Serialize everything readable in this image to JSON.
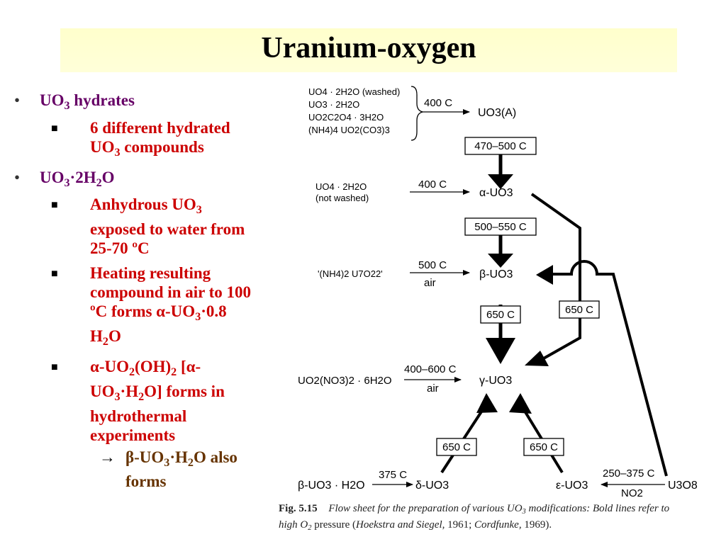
{
  "slide": {
    "title": "Uranium-oxygen"
  },
  "bullets": {
    "b1_text": "UO",
    "b1_sub": "3",
    "b1_tail": " hydrates",
    "b1_sub_a": "6 different hydrated",
    "b1_sub_b": "UO",
    "b1_sub_b_sub": "3",
    "b1_sub_b_tail": " compounds",
    "b2_a": "UO",
    "b2_a_sub": "3",
    "b2_b": "·2H",
    "b2_b_sub": "2",
    "b2_c": "O",
    "s1_a": "Anhydrous UO",
    "s1_a_sub": "3",
    "s1_b": "exposed to water from",
    "s1_c": "25-70 ºC",
    "s2_a": "Heating resulting",
    "s2_b": "compound in air to 100",
    "s2_c1": "ºC forms α-UO",
    "s2_c1_sub": "3",
    "s2_c2": "·0.8",
    "s2_d": "H",
    "s2_d_sub": "2",
    "s2_d_tail": "O",
    "s3_a1": "α-UO",
    "s3_a1_sub": "2",
    "s3_a2": "(OH)",
    "s3_a2_sub": "2",
    "s3_a3": " [α-",
    "s3_b1": "UO",
    "s3_b1_sub": "3",
    "s3_b2": "·H",
    "s3_b2_sub": "2",
    "s3_b3": "O] forms in",
    "s3_c": "hydrothermal",
    "s3_d": "experiments",
    "t1_a": "β-UO",
    "t1_a_sub": "3",
    "t1_b": "·H",
    "t1_b_sub": "2",
    "t1_c": "O also",
    "t1_d": "forms"
  },
  "diagram": {
    "nodes": {
      "uo3a": "UO3(A)",
      "alpha": "α-UO3",
      "beta": "β-UO3",
      "gamma": "γ-UO3",
      "delta": "δ-UO3",
      "epsilon": "ε-UO3",
      "u3o8": "U3O8",
      "beta_h2o": "β-UO3 · H2O"
    },
    "precursors": {
      "group1": [
        "UO4 · 2H2O (washed)",
        "UO3 · 2H2O",
        "UO2C2O4 · 3H2O",
        "(NH4)4 UO2(CO3)3"
      ],
      "uo4_nw_a": "UO4 · 2H2O",
      "uo4_nw_b": "(not washed)",
      "nh4": "'(NH4)2 U7O22'",
      "nitrate": "UO2(NO3)2 · 6H2O"
    },
    "conditions": {
      "c400a": "400 C",
      "c400b": "400 C",
      "c500": "500 C",
      "air1": "air",
      "c400_600": "400–600 C",
      "air2": "air",
      "c375": "375 C",
      "c250_375": "250–375 C",
      "no2": "NO2"
    },
    "boxes": {
      "b470": "470–500 C",
      "b500": "500–550 C",
      "b650a": "650 C",
      "b650b": "650 C",
      "b650c": "650 C",
      "b650d": "650 C"
    }
  },
  "caption": {
    "fig": "Fig. 5.15",
    "text_a": "Flow sheet for the preparation of various UO",
    "text_a_sub": "3",
    "text_b": " modifications: Bold lines refer to",
    "text_c": "high O",
    "text_c_sub": "2",
    "text_d": " pressure (",
    "ref1": "Hoekstra and Siegel,",
    "ref1_year": " 1961; ",
    "ref2": "Cordfunke,",
    "ref2_year": " 1969)."
  }
}
